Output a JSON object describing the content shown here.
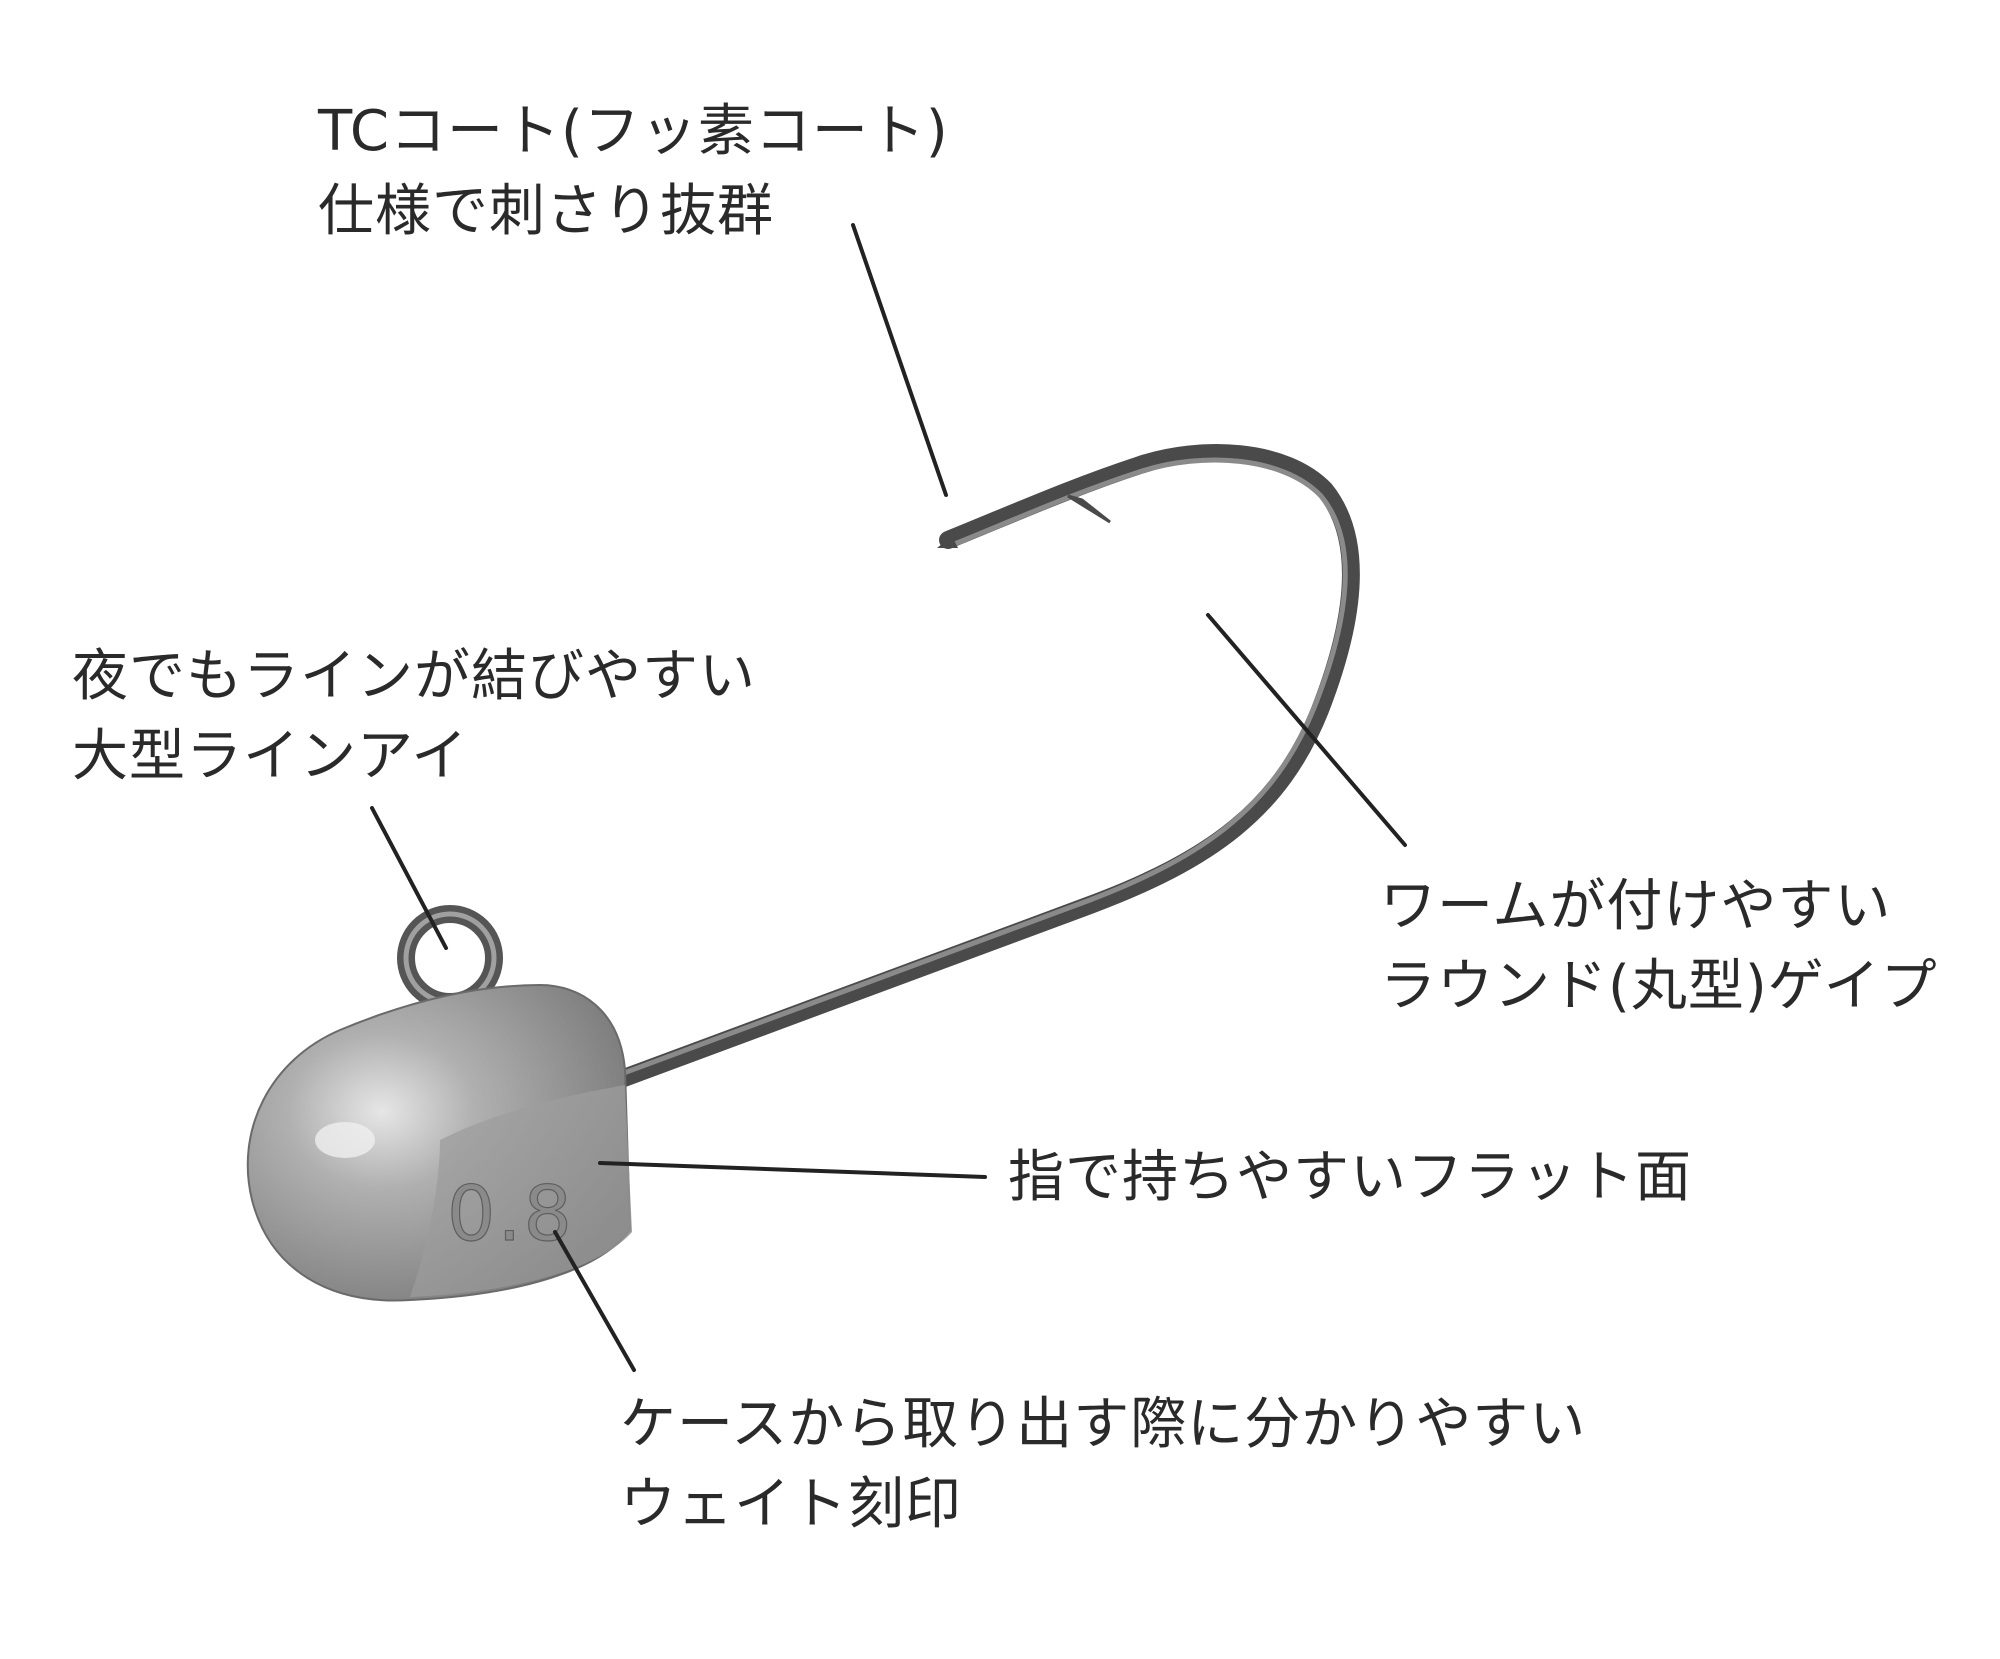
{
  "callouts": {
    "coating": {
      "line1": "TCコート(フッ素コート)",
      "line2": "仕様で刺さり抜群"
    },
    "line_eye": {
      "line1": "夜でもラインが結びやすい",
      "line2": "大型ラインアイ"
    },
    "gap": {
      "line1": "ワームが付けやすい",
      "line2": "ラウンド(丸型)ゲイプ"
    },
    "flat": {
      "line1": "指で持ちやすいフラット面"
    },
    "weight": {
      "line1": "ケースから取り出す際に分かりやすい",
      "line2": "ウェイト刻印"
    }
  },
  "head_marking": "0.8",
  "colors": {
    "text": "#2a2a2a",
    "leader_line": "#222222",
    "hook_wire": "#5a5a5a",
    "jig_head": "#9c9c9c",
    "line_eye": "#7a7a7a"
  }
}
